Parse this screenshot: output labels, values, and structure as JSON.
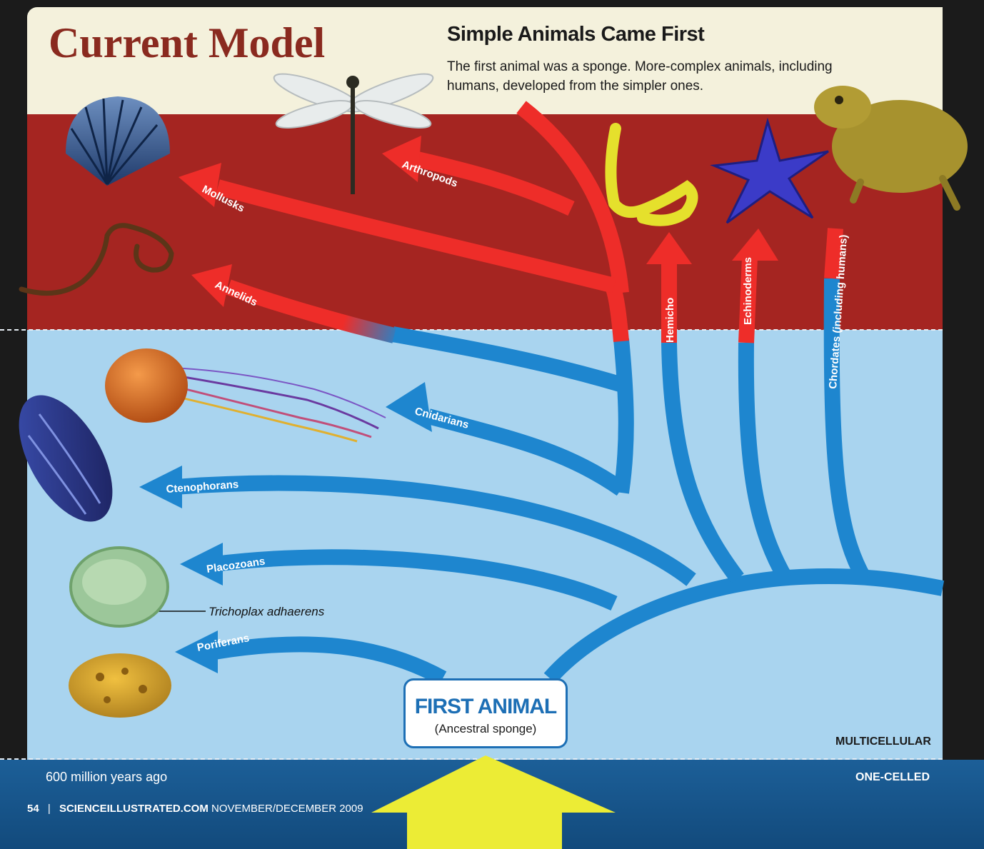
{
  "header": {
    "title": "Current Model",
    "subtitle": "Simple Animals Came First",
    "description": "The first animal was a sponge. More-complex animals, including humans, developed from the simpler ones."
  },
  "tree": {
    "root": {
      "title": "FIRST ANIMAL",
      "subtitle": "(Ancestral sponge)"
    },
    "groups": [
      {
        "label": "Poriferans",
        "animal": "sponge"
      },
      {
        "label": "Placozoans",
        "animal": "trichoplax"
      },
      {
        "label": "Ctenophorans",
        "animal": "comb-jelly"
      },
      {
        "label": "Cnidarians",
        "animal": "jellyfish"
      },
      {
        "label": "Annelids",
        "animal": "worm"
      },
      {
        "label": "Mollusks",
        "animal": "scallop"
      },
      {
        "label": "Arthropods",
        "animal": "dragonfly"
      },
      {
        "label": "Hemicho",
        "animal": "acorn-worm"
      },
      {
        "label": "Echinoderms",
        "animal": "starfish"
      },
      {
        "label": "Chordates (including humans)",
        "animal": "toad"
      }
    ],
    "specimen_label": "Trichoplax adhaerens"
  },
  "levels": {
    "multicellular": "MULTICELLULAR",
    "one_celled": "ONE-CELLED",
    "time": "600 million years ago"
  },
  "footer": {
    "page": "54",
    "separator": "|",
    "site": "SCIENCEILLUSTRATED.COM",
    "issue": "NOVEMBER/DECEMBER 2009"
  },
  "colors": {
    "cream": "#f4f1dc",
    "red_band": "#a52521",
    "blue_band": "#a9d4ef",
    "blue_branch": "#1e86cf",
    "red_branch": "#ee2d29",
    "title": "#8a2a1f",
    "arrow": "#ecec35"
  }
}
